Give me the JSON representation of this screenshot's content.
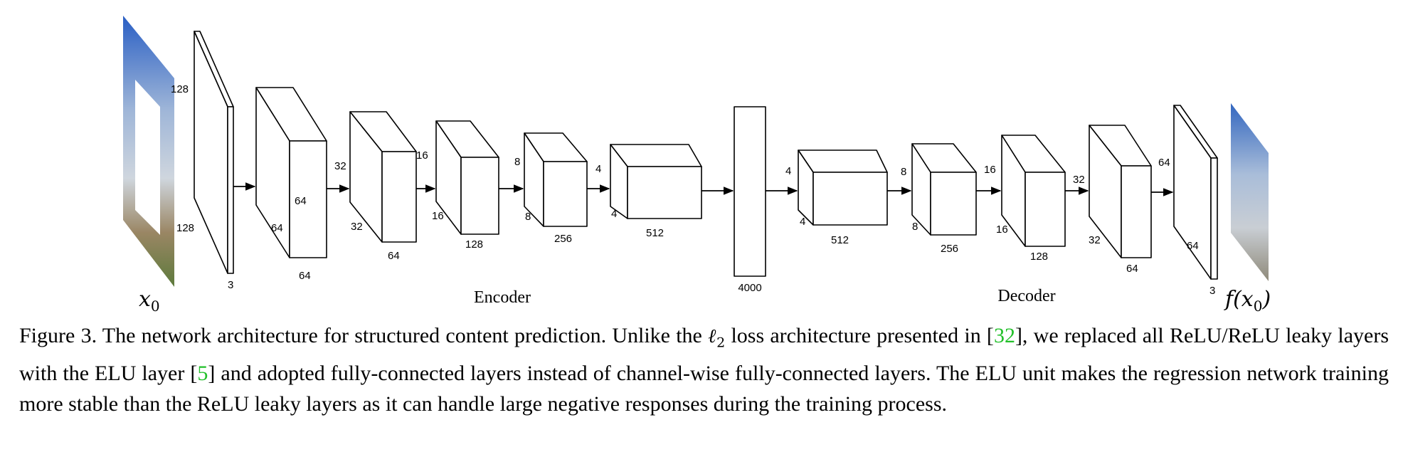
{
  "diagram": {
    "input_label": "x",
    "input_subscript": "0",
    "output_label_pre": "f(x",
    "output_subscript": "0",
    "output_label_post": ")",
    "encoder_label": "Encoder",
    "decoder_label": "Decoder",
    "input_dims": [
      "128",
      "128",
      "3"
    ],
    "encoder_layers": [
      {
        "dims": [
          "64",
          "64",
          "64"
        ]
      },
      {
        "dims": [
          "32",
          "32",
          "64"
        ]
      },
      {
        "dims": [
          "16",
          "16",
          "128"
        ]
      },
      {
        "dims": [
          "8",
          "8",
          "256"
        ]
      },
      {
        "dims": [
          "4",
          "4",
          "512"
        ]
      }
    ],
    "bottleneck_dim": "4000",
    "decoder_layers": [
      {
        "dims": [
          "4",
          "4",
          "512"
        ]
      },
      {
        "dims": [
          "8",
          "8",
          "256"
        ]
      },
      {
        "dims": [
          "16",
          "16",
          "128"
        ]
      },
      {
        "dims": [
          "32",
          "32",
          "64"
        ]
      },
      {
        "dims": [
          "64",
          "64",
          "3"
        ]
      }
    ]
  },
  "caption": {
    "part1": "Figure 3. The network architecture for structured content prediction. Unlike the ",
    "ell_symbol": "ℓ",
    "ell_subscript": "2",
    "part2": " loss architecture presented in [",
    "ref1": "32",
    "part3": "], we replaced all ReLU/ReLU leaky layers with the ELU layer [",
    "ref2": "5",
    "part4": "] and adopted fully-connected layers instead of channel-wise fully-connected layers. The ELU unit makes the regression network training more stable than the ReLU leaky layers as it can handle large negative responses during the training process."
  },
  "colors": {
    "line": "#000000",
    "reference_link": "#22c02a",
    "image_sky": "#3d6fc0",
    "image_ground": "#8a7a5a"
  }
}
